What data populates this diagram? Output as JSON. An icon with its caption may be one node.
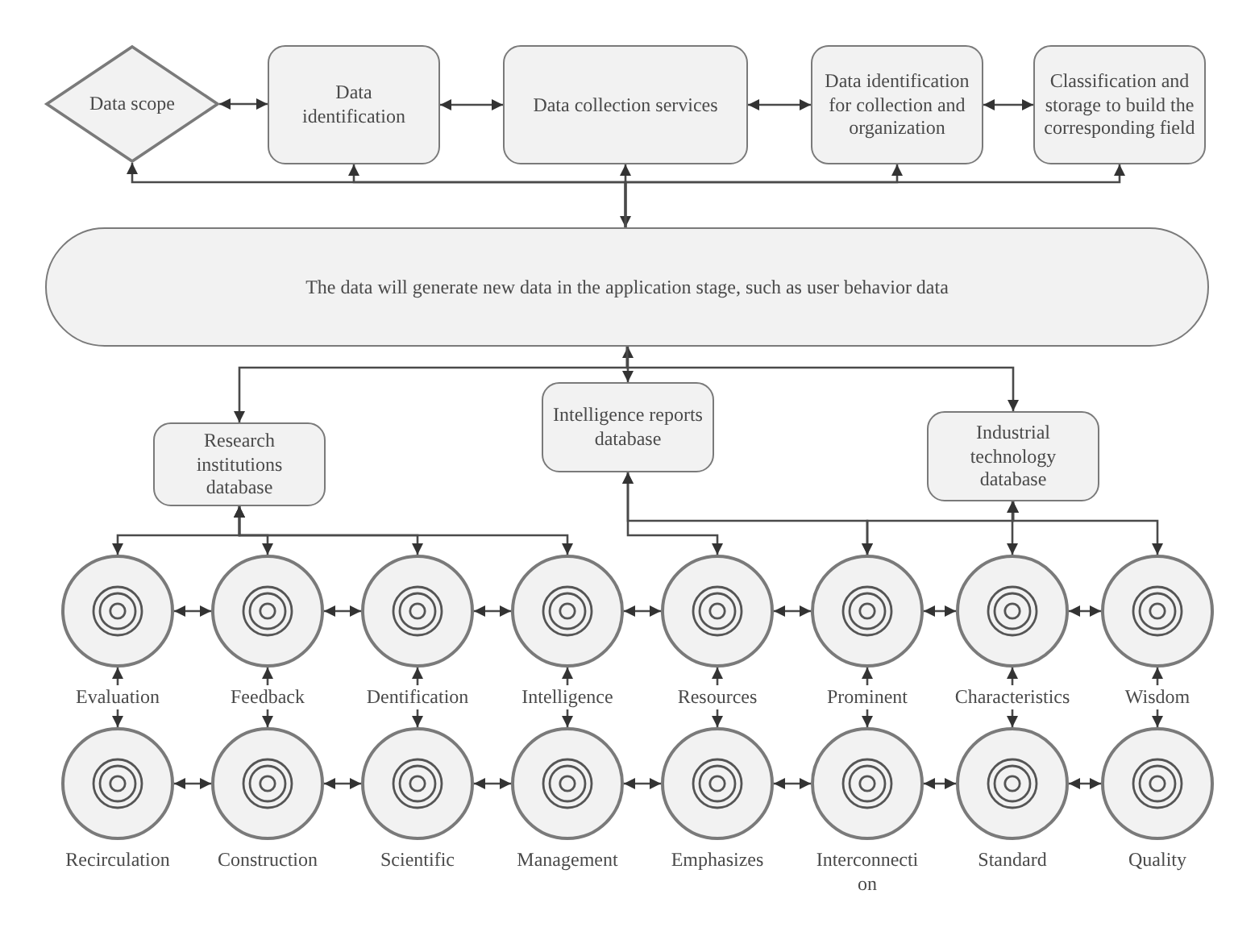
{
  "diagram": {
    "nodes": [
      {
        "text": [
          "Data scope"
        ]
      },
      {
        "text": [
          "Data identification"
        ]
      },
      {
        "text": [
          "Data collection services"
        ]
      },
      {
        "text": [
          "Data identification for collection and organization"
        ]
      },
      {
        "text": [
          "Classification and storage to build the corresponding field"
        ]
      },
      {
        "text": [
          "The data will generate new data in the application stage, such as user behavior data"
        ]
      },
      {
        "text": [
          "Research institutions database"
        ]
      },
      {
        "text": [
          "Intelligence reports database"
        ]
      },
      {
        "text": [
          "Industrial technology database"
        ]
      },
      {
        "text": [
          "Evaluation"
        ]
      },
      {
        "text": [
          "Feedback"
        ]
      },
      {
        "text": [
          "Dentification"
        ]
      },
      {
        "text": [
          "Intelligence"
        ]
      },
      {
        "text": [
          "Resources"
        ]
      },
      {
        "text": [
          "Prominent"
        ]
      },
      {
        "text": [
          "Characteristics"
        ]
      },
      {
        "text": [
          "Wisdom"
        ]
      },
      {
        "text": [
          "Recirculation"
        ]
      },
      {
        "text": [
          "Construction"
        ]
      },
      {
        "text": [
          "Scientific"
        ]
      },
      {
        "text": [
          "Management"
        ]
      },
      {
        "text": [
          "Emphasizes"
        ]
      },
      {
        "text": [
          "Interconnecti on"
        ]
      },
      {
        "text": [
          "Standard"
        ]
      },
      {
        "text": [
          "Quality"
        ]
      }
    ],
    "edges": [
      {
        "from": 0,
        "to": 1,
        "arrow": "both"
      },
      {
        "from": 1,
        "to": 2,
        "arrow": "both"
      },
      {
        "from": 2,
        "to": 3,
        "arrow": "both"
      },
      {
        "from": 3,
        "to": 4,
        "arrow": "both"
      },
      {
        "from": 2,
        "to": 5,
        "arrow": "both"
      },
      {
        "from": 5,
        "to": 0,
        "arrow": "to"
      },
      {
        "from": 5,
        "to": 1,
        "arrow": "to"
      },
      {
        "from": 5,
        "to": 3,
        "arrow": "to"
      },
      {
        "from": 5,
        "to": 4,
        "arrow": "to"
      },
      {
        "from": 5,
        "to": 7,
        "arrow": "both"
      },
      {
        "from": 5,
        "to": 6,
        "arrow": "to"
      },
      {
        "from": 5,
        "to": 8,
        "arrow": "to"
      },
      {
        "from": 6,
        "to": 9,
        "arrow": "both"
      },
      {
        "from": 6,
        "to": 10,
        "arrow": "both"
      },
      {
        "from": 6,
        "to": 11,
        "arrow": "both"
      },
      {
        "from": 6,
        "to": 12,
        "arrow": "both"
      },
      {
        "from": 7,
        "to": 13,
        "arrow": "both"
      },
      {
        "from": 7,
        "to": 14,
        "arrow": "both"
      },
      {
        "from": 8,
        "to": 14,
        "arrow": "both"
      },
      {
        "from": 8,
        "to": 15,
        "arrow": "both"
      },
      {
        "from": 8,
        "to": 16,
        "arrow": "both"
      },
      {
        "from": 9,
        "to": 10,
        "arrow": "both"
      },
      {
        "from": 10,
        "to": 11,
        "arrow": "both"
      },
      {
        "from": 11,
        "to": 12,
        "arrow": "both"
      },
      {
        "from": 12,
        "to": 13,
        "arrow": "both"
      },
      {
        "from": 13,
        "to": 14,
        "arrow": "both"
      },
      {
        "from": 14,
        "to": 15,
        "arrow": "both"
      },
      {
        "from": 15,
        "to": 16,
        "arrow": "both"
      },
      {
        "from": 17,
        "to": 18,
        "arrow": "both"
      },
      {
        "from": 18,
        "to": 19,
        "arrow": "both"
      },
      {
        "from": 19,
        "to": 20,
        "arrow": "both"
      },
      {
        "from": 20,
        "to": 21,
        "arrow": "both"
      },
      {
        "from": 21,
        "to": 22,
        "arrow": "both"
      },
      {
        "from": 22,
        "to": 23,
        "arrow": "both"
      },
      {
        "from": 23,
        "to": 24,
        "arrow": "both"
      },
      {
        "from": 9,
        "to": 17,
        "arrow": "both"
      },
      {
        "from": 10,
        "to": 18,
        "arrow": "both"
      },
      {
        "from": 11,
        "to": 19,
        "arrow": "both"
      },
      {
        "from": 12,
        "to": 20,
        "arrow": "both"
      },
      {
        "from": 13,
        "to": 21,
        "arrow": "both"
      },
      {
        "from": 14,
        "to": 22,
        "arrow": "both"
      },
      {
        "from": 15,
        "to": 23,
        "arrow": "both"
      },
      {
        "from": 16,
        "to": 24,
        "arrow": "both"
      }
    ]
  }
}
